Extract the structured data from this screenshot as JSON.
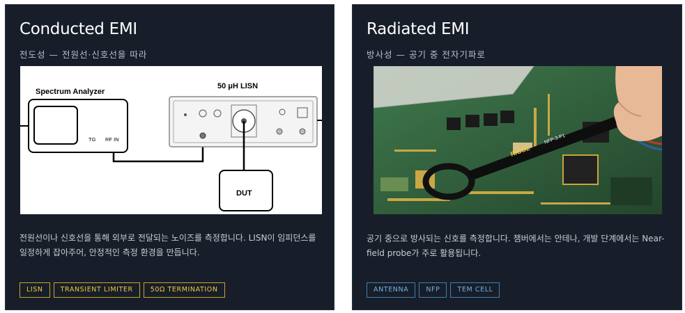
{
  "cards": [
    {
      "title": "Conducted EMI",
      "subtitle": "전도성 — 전원선·신호선을 따라",
      "diagram": {
        "spectrum_analyzer": "Spectrum Analyzer",
        "tg": "TG",
        "rf_in": "RF IN",
        "lisn": "50 μH LISN",
        "dut": "DUT"
      },
      "description": "전원선이나 신호선을 통해 외부로 전달되는 노이즈를 측정합니다. LISN이 임피던스를 일정하게 잡아주어, 안정적인 측정 환경을 만듭니다.",
      "tags": [
        "LISN",
        "TRANSIENT LIMITER",
        "50Ω TERMINATION"
      ]
    },
    {
      "title": "Radiated EMI",
      "subtitle": "방사성 — 공기 중 전자기파로",
      "photo": {
        "probe_brand": "RIGOL",
        "probe_model": "NFP-3-P1"
      },
      "description": "공기 중으로 방사되는 신호를 측정합니다. 챔버에서는 안테나, 개발 단계에서는 Near-field probe가 주로 활용됩니다.",
      "tags": [
        "ANTENNA",
        "NFP",
        "TEM CELL"
      ]
    }
  ],
  "colors": {
    "card_bg": "#181e29",
    "tag_yellow": "#f0c93a",
    "tag_blue": "#6fb3ea"
  }
}
